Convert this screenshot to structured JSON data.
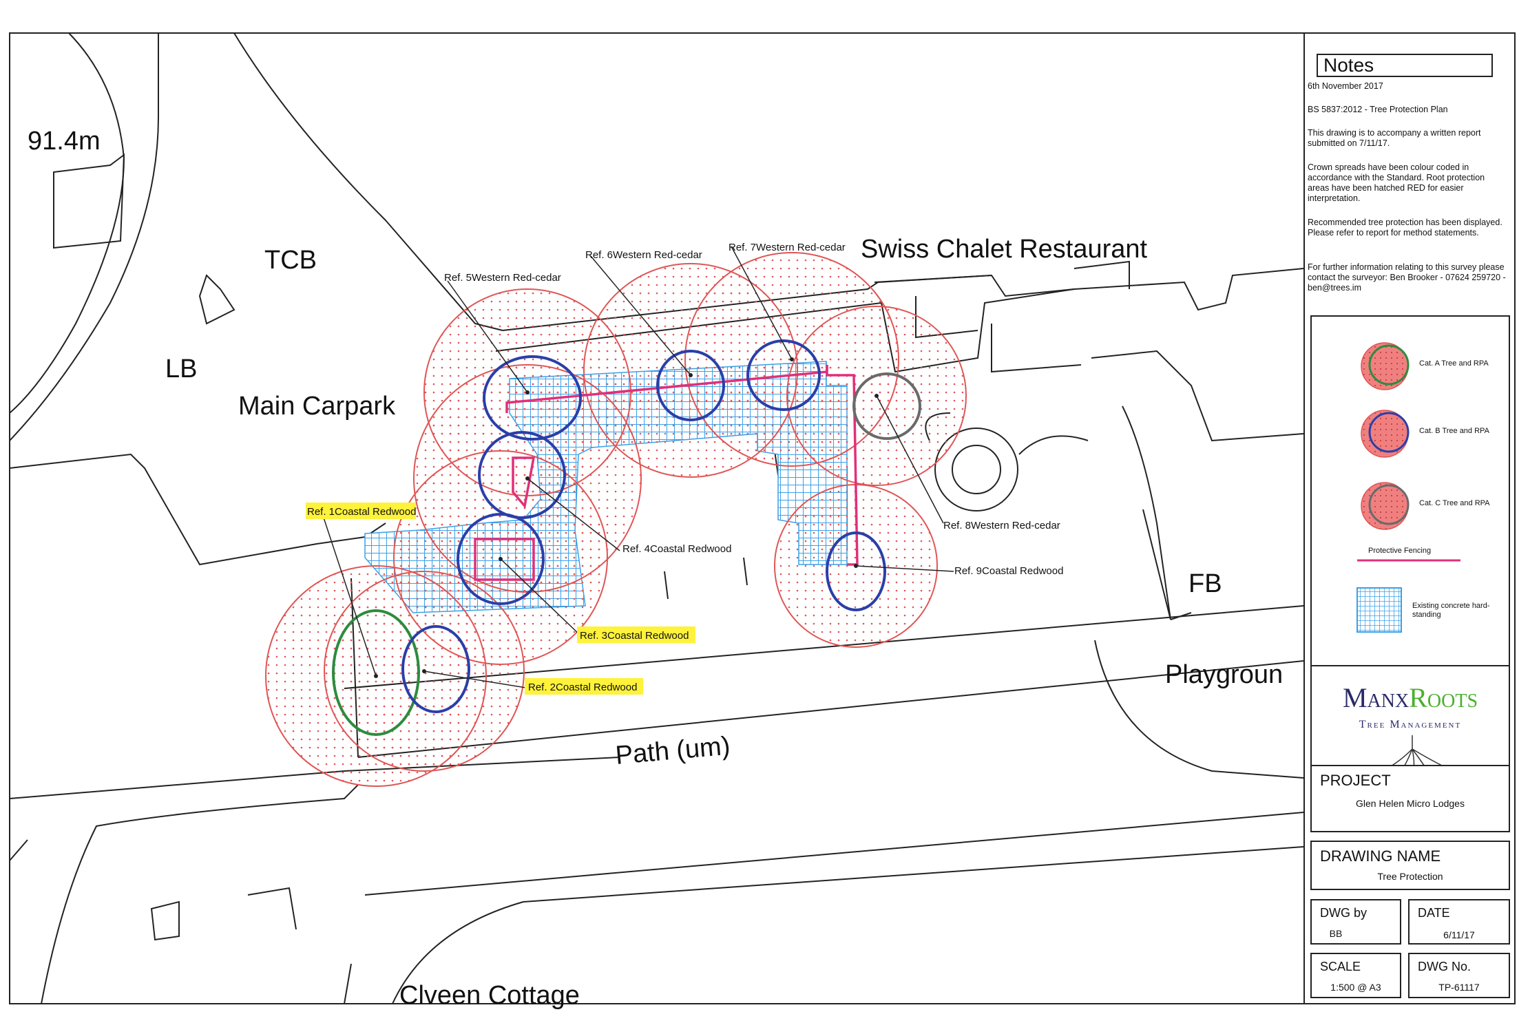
{
  "map": {
    "spot_height": "91.4m",
    "labels": {
      "tcb": "TCB",
      "lb": "LB",
      "main_carpark": "Main Carpark",
      "swiss_chalet": "Swiss Chalet Restaurant",
      "fb": "FB",
      "playground": "Playgroun",
      "path": "Path (um)",
      "cottage": "Clveen Cottage"
    },
    "trees": [
      {
        "ref": "Ref. 1Coastal Redwood",
        "category": "A"
      },
      {
        "ref": "Ref. 2Coastal Redwood",
        "category": "B"
      },
      {
        "ref": "Ref. 3Coastal Redwood",
        "category": "B"
      },
      {
        "ref": "Ref. 4Coastal Redwood",
        "category": "B"
      },
      {
        "ref": "Ref. 5Western Red-cedar",
        "category": "B"
      },
      {
        "ref": "Ref. 6Western Red-cedar",
        "category": "B"
      },
      {
        "ref": "Ref. 7Western Red-cedar",
        "category": "B"
      },
      {
        "ref": "Ref. 8Western Red-cedar",
        "category": "C"
      },
      {
        "ref": "Ref. 9Coastal Redwood",
        "category": "B"
      }
    ],
    "colors": {
      "cat_a": "#2e8b3e",
      "cat_b": "#2a3fa8",
      "cat_c": "#6a6a6a",
      "rpa": "#e05555",
      "fencing": "#e0307a",
      "concrete": "#3aa0e6",
      "highlight": "#fff23a"
    }
  },
  "notes": {
    "title": "Notes",
    "date": "6th November 2017",
    "standard": "BS 5837:2012 - Tree Protection Plan",
    "p1": "This drawing is to accompany a written report submitted on 7/11/17.",
    "p2": "Crown spreads have been colour coded in accordance with the Standard. Root protection areas have been hatched RED for easier interpretation.",
    "p3": "Recommended tree protection has been displayed. Please refer to report for method statements.",
    "p4": "For further information relating to this survey please contact the surveyor: Ben Brooker - 07624 259720 - ben@trees.im"
  },
  "legend": {
    "cat_a": "Cat. A Tree and RPA",
    "cat_b": "Cat. B Tree and RPA",
    "cat_c": "Cat. C Tree and RPA",
    "fencing": "Protective Fencing",
    "concrete": "Existing concrete hard-standing"
  },
  "logo": {
    "name_1": "Manx",
    "name_2": "Roots",
    "tagline": "Tree Management"
  },
  "title_block": {
    "project_head": "PROJECT",
    "project": "Glen Helen Micro Lodges",
    "drawing_head": "DRAWING NAME",
    "drawing": "Tree Protection",
    "dwg_by_head": "DWG by",
    "dwg_by": "BB",
    "date_head": "DATE",
    "date": "6/11/17",
    "scale_head": "SCALE",
    "scale": "1:500 @ A3",
    "dwg_no_head": "DWG No.",
    "dwg_no": "TP-61117"
  }
}
